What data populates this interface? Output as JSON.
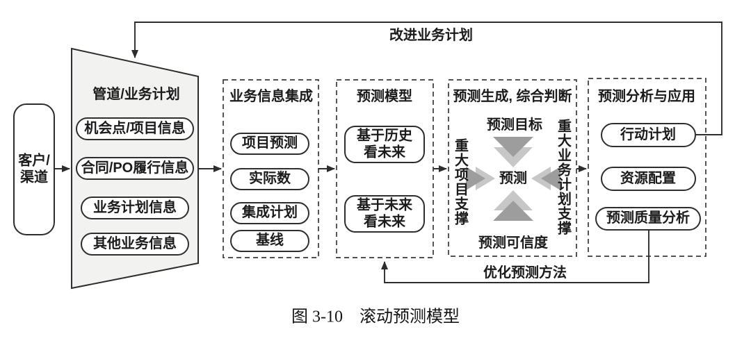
{
  "figure": {
    "caption": "图 3-10　滚动预测模型",
    "feedback_top_label": "改进业务计划",
    "feedback_bottom_label": "优化预测方法",
    "customer": {
      "label": "客户/\n渠道"
    },
    "pipeline": {
      "title": "管道/业务计划",
      "items": [
        "机会点/项目信息",
        "合同/PO履行信息",
        "业务计划信息",
        "其他业务信息"
      ]
    },
    "integration": {
      "title": "业务信息集成",
      "items": [
        "项目预测",
        "实际数",
        "集成计划",
        "基线"
      ]
    },
    "model": {
      "title": "预测模型",
      "items": [
        "基于历史\n看未来",
        "基于未来\n看未来"
      ]
    },
    "generation": {
      "title": "预测生成, 综合判断",
      "top_label": "预测目标",
      "left_label": "重大项目支撑",
      "right_label": "重大业务计划支撑",
      "bottom_label": "预测可信度",
      "center_label": "预测"
    },
    "application": {
      "title": "预测分析与应用",
      "items": [
        "行动计划",
        "资源配置",
        "预测质量分析"
      ]
    },
    "colors": {
      "line": "#2d2d2d",
      "trapezoid_fill": "#f2f2f0",
      "arrow_dark": "#9d9d9d",
      "arrow_light": "#c7c7c7"
    }
  }
}
